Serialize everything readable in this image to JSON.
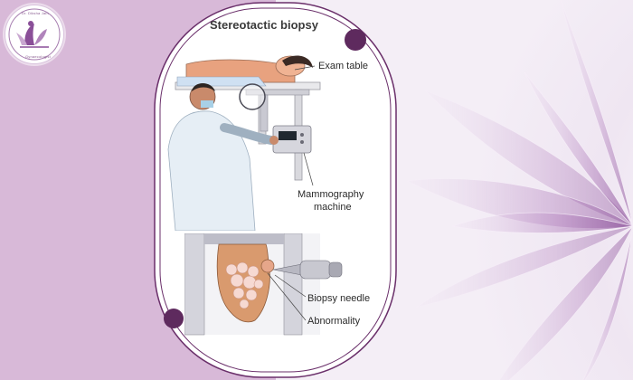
{
  "logo": {
    "icon": "lotus-woman-logo",
    "ring_text": "Dr. Diksha Jain",
    "bottom_text": "Gynaecologist"
  },
  "diagram": {
    "title": "Stereotactic biopsy",
    "labels": {
      "exam_table": "Exam table",
      "mammography_machine_line1": "Mammography",
      "mammography_machine_line2": "machine",
      "biopsy_needle": "Biopsy needle",
      "abnormality": "Abnormality"
    }
  },
  "colors": {
    "left_panel": "#d8b9d8",
    "frame_stroke": "#6a2f6a",
    "accent_dot": "#5e2a5e",
    "flower": "#9a62a6"
  }
}
